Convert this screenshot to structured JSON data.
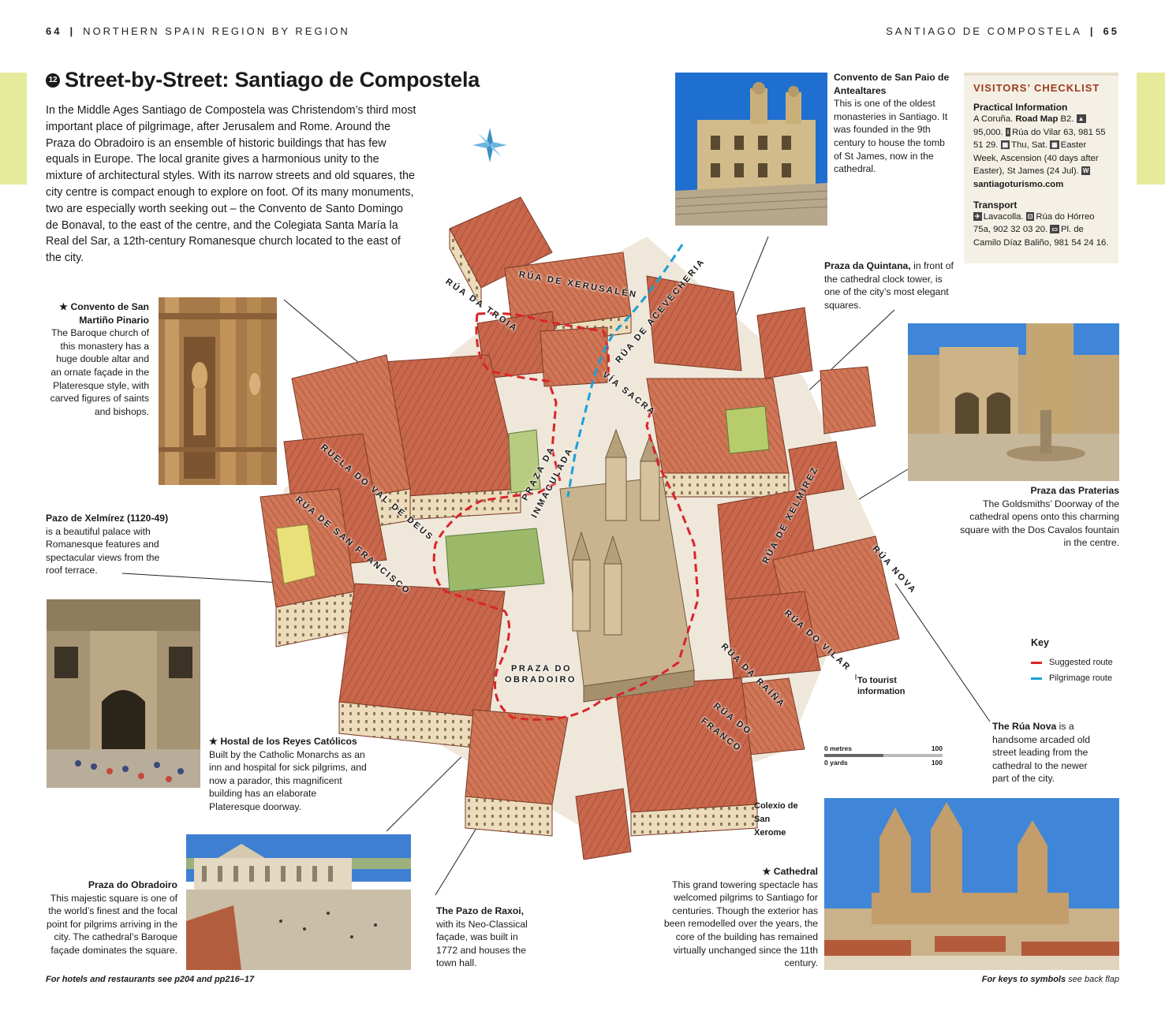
{
  "header": {
    "left_page": "64",
    "left_section": "NORTHERN SPAIN REGION BY REGION",
    "right_section": "SANTIAGO DE COMPOSTELA",
    "right_page": "65",
    "separator": "|"
  },
  "title": {
    "number": "12",
    "text": "Street-by-Street: Santiago de Compostela"
  },
  "intro": "In the Middle Ages Santiago de Compostela was Christendom’s third most important place of pilgrimage, after Jerusalem and Rome. Around the Praza do Obradoiro is an ensemble of historic buildings that has few equals in Europe. The local granite gives a harmonious unity to the mixture of architectural styles. With its narrow streets and old squares, the city centre is compact enough to explore on foot. Of its many monuments, two are especially worth seeking out – the Convento de Santo Domingo de Bonaval, to the east of the centre, and the Colegiata Santa María la Real del Sar, a 12th-century Romanesque church located to the east of the city.",
  "callouts": {
    "martino": {
      "star": "★",
      "title": "Convento de San Martiño Pinario",
      "body": "The Baroque church of this monastery has a huge double altar and an ornate façade in the Plateresque style, with carved figures of saints and bishops."
    },
    "xelmirez": {
      "title": "Pazo de Xelmírez (1120-49)",
      "body": "is a beautiful palace with Romanesque features and spectacular views from the roof terrace."
    },
    "hostal": {
      "star": "★",
      "title": "Hostal de los Reyes Católicos",
      "body": "Built by the Catholic Monarchs as an inn and hospital for sick pilgrims, and now a parador, this magnificent building has an elaborate Plateresque doorway."
    },
    "obradoiro": {
      "title": "Praza do Obradoiro",
      "body": "This majestic square is one of the world’s finest and the focal point for pilgrims arriving in the city. The cathedral’s Baroque façade dominates the square."
    },
    "raxoi": {
      "title": "The Pazo de Raxoi,",
      "body": "with its Neo-Classical façade, was built in 1772 and houses the town hall."
    },
    "cathedral": {
      "star": "★",
      "title": "Cathedral",
      "body": "This grand towering spectacle has welcomed pilgrims to Santiago for centuries. Though the exterior has been remodelled over the years, the core of the building has remained virtually unchanged since the 11th century."
    },
    "paio": {
      "title": "Convento de San Paio de Antealtares",
      "body": "This is one of the oldest monasteries in Santiago. It was founded in the 9th century to house the tomb of St James, now in the cathedral."
    },
    "quintana": {
      "title": "Praza da Quintana,",
      "body": "in front of the cathedral clock tower, is one of the city’s most elegant squares."
    },
    "praterias": {
      "title": "Praza das Praterias",
      "body": "The Goldsmiths’ Doorway of the cathedral opens onto this charming square with the Dos Cavalos fountain in the centre."
    },
    "ruanova": {
      "title": "The Rúa Nova",
      "body": "is a handsome arcaded old street leading from the cathedral to the newer part of the city."
    },
    "xerome": {
      "title": "Colexio de San Xerome"
    },
    "tourist": {
      "title": "To tourist information"
    }
  },
  "checklist": {
    "title": "VISITORS’ CHECKLIST",
    "practical_head": "Practical Information",
    "practical_line1_a": "A Coruña.",
    "practical_line1_b": "Road Map",
    "practical_line1_c": "B2.",
    "practical_pop": "95,000.",
    "practical_info": "Rúa do Vilar 63, 981 55 51 29.",
    "practical_market": "Thu, Sat.",
    "practical_fiestas": "Easter Week, Ascension (40 days after Easter), St James (24 Jul).",
    "practical_web": "santiagoturismo.com",
    "transport_head": "Transport",
    "transport_air": "Lavacolla.",
    "transport_rail": "Rúa do Hórreo 75a, 902 32 03 20.",
    "transport_bus": "Pl. de Camilo Díaz Baliño, 981 54 24 16."
  },
  "map_labels": {
    "xerusalen": "RÚA DE XERUSALÉN",
    "troia": "RÚA DA TROIA",
    "acevecheria": "RÚA DE ACEVECHERIA",
    "viasacra": "VÍA SACRA",
    "valdedeus": "RUELA DO VAL DE DEUS",
    "sanfrancisco": "RÚA DE SAN FRANCISCO",
    "inmaculada1": "PRAZA DA",
    "inmaculada2": "INMACULADA",
    "obradoiro1": "PRAZA DO",
    "obradoiro2": "OBRADOIRO",
    "xelmirez": "RÚA DE XELMÍREZ",
    "nova": "RÚA NOVA",
    "vilar": "RÚA DO VILAR",
    "raina": "RÚA DA RAÍÑA",
    "franco1": "RÚA DO",
    "franco2": "FRANCO"
  },
  "key": {
    "title": "Key",
    "items": [
      {
        "label": "Suggested route",
        "color": "#d9252a"
      },
      {
        "label": "Pilgrimage route",
        "color": "#1aa0d8"
      }
    ]
  },
  "scale": {
    "metres_label": "0 metres",
    "metres_value": "100",
    "yards_label": "0 yards",
    "yards_value": "100"
  },
  "footer": {
    "left": "For hotels and restaurants see p204 and pp216–17",
    "right_a": "For keys to symbols",
    "right_b": "see back flap"
  },
  "icons": {
    "compass": "compass-rose-icon",
    "info": "info-icon",
    "population": "population-icon",
    "phone": "phone-icon",
    "calendar": "calendar-icon",
    "web": "web-icon",
    "plane": "plane-icon",
    "train": "train-icon",
    "bus": "bus-icon"
  },
  "colors": {
    "tab": "#e6eb9c",
    "checklist_bg": "#f5f0e6",
    "checklist_title": "#9b3b1d",
    "roof": "#c8674b",
    "stone": "#e8d8b8"
  }
}
